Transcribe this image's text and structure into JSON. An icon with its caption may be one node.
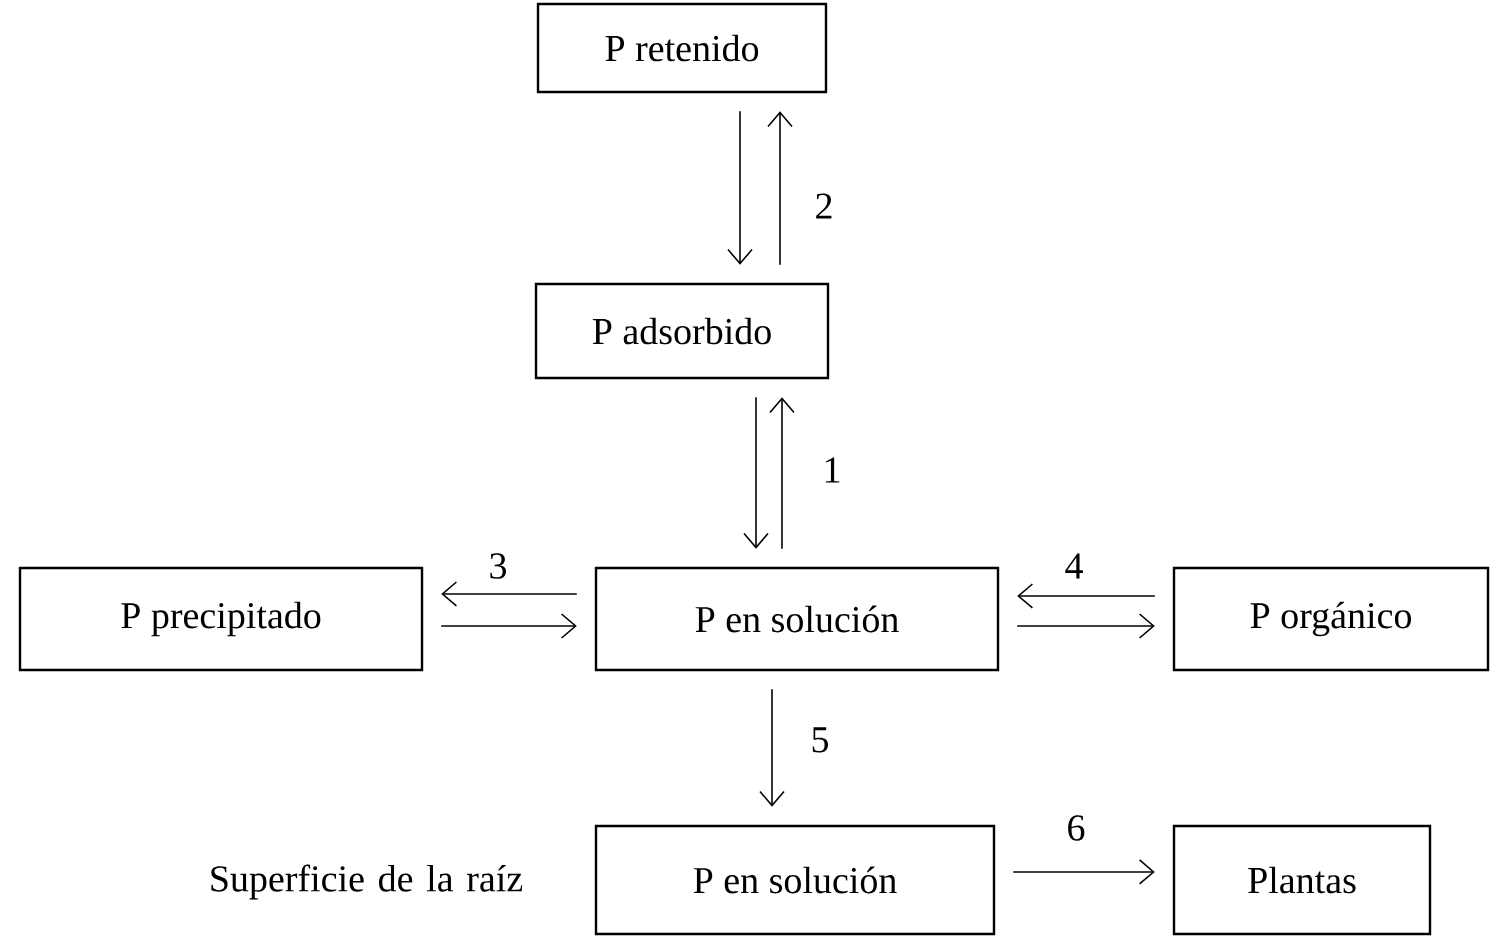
{
  "diagram": {
    "nodes": [
      {
        "text": [
          "P retenido"
        ]
      },
      {
        "text": [
          "P adsorbido"
        ]
      },
      {
        "text": [
          "P en solución"
        ]
      },
      {
        "text": [
          "P precipitado"
        ]
      },
      {
        "text": [
          "P orgánico"
        ]
      },
      {
        "text": [
          "P en solución"
        ],
        "beside": [
          "Superficie de la raíz"
        ]
      },
      {
        "text": [
          "Plantas"
        ]
      }
    ],
    "edges": [
      {
        "from": 0,
        "to": 1,
        "arrow": "to"
      },
      {
        "from": 1,
        "to": 0,
        "arrow": "to",
        "label": "2"
      },
      {
        "from": 1,
        "to": 2,
        "arrow": "to"
      },
      {
        "from": 2,
        "to": 1,
        "arrow": "to",
        "label": "1"
      },
      {
        "from": 2,
        "to": 3,
        "arrow": "to",
        "label": "3"
      },
      {
        "from": 3,
        "to": 2,
        "arrow": "to"
      },
      {
        "from": 4,
        "to": 2,
        "arrow": "to",
        "label": "4"
      },
      {
        "from": 2,
        "to": 4,
        "arrow": "to"
      },
      {
        "from": 2,
        "to": 5,
        "arrow": "to",
        "label": "5"
      },
      {
        "from": 5,
        "to": 6,
        "arrow": "to",
        "label": "6"
      }
    ]
  }
}
